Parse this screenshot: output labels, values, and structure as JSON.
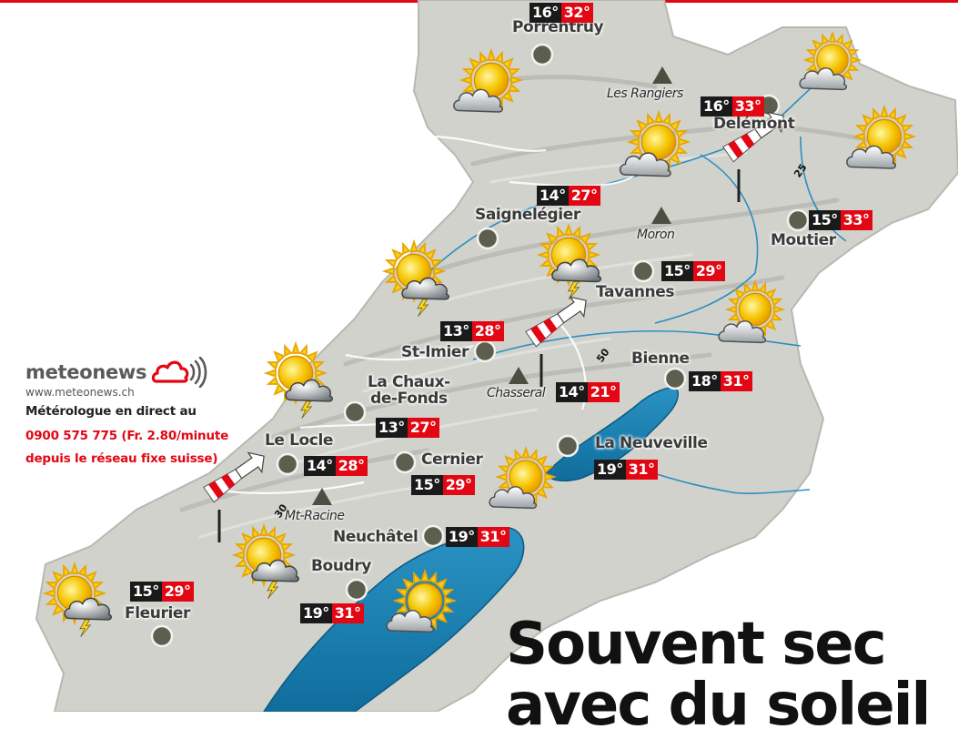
{
  "brand": {
    "name": "meteonews",
    "url": "www.meteonews.ch",
    "line1": "Métérologue en direct au",
    "line2": "0900 575 775 (Fr. 2.80/minute",
    "line3": "depuis le réseau fixe suisse)",
    "accent_color": "#e30613"
  },
  "headline": {
    "line1": "Souvent sec",
    "line2": "avec du soleil"
  },
  "colors": {
    "land": "#d4d4cf",
    "lake": "#1a7fb0",
    "min_bg": "#1a1a1a",
    "max_bg": "#e30613"
  },
  "cities": {
    "porrentruy": {
      "name": "Porrentruy",
      "min": "16°",
      "max": "32°"
    },
    "delemont": {
      "name": "Delémont",
      "min": "16°",
      "max": "33°"
    },
    "saignelegier": {
      "name": "Saignelégier",
      "min": "14°",
      "max": "27°"
    },
    "moutier": {
      "name": "Moutier",
      "min": "15°",
      "max": "33°"
    },
    "tavannes": {
      "name": "Tavannes",
      "min": "15°",
      "max": "29°"
    },
    "st_imier": {
      "name": "St-Imier",
      "min": "13°",
      "max": "28°"
    },
    "chaux_de_fonds": {
      "name1": "La Chaux-",
      "name2": "de-Fonds",
      "min": "13°",
      "max": "27°"
    },
    "bienne": {
      "name": "Bienne",
      "min": "18°",
      "max": "31°"
    },
    "chasseral": {
      "min": "14°",
      "max": "21°"
    },
    "le_locle": {
      "name": "Le Locle",
      "min": "14°",
      "max": "28°"
    },
    "cernier": {
      "name": "Cernier",
      "min": "15°",
      "max": "29°"
    },
    "la_neuveville": {
      "name": "La Neuveville",
      "min": "19°",
      "max": "31°"
    },
    "neuchatel": {
      "name": "Neuchâtel",
      "min": "19°",
      "max": "31°"
    },
    "boudry": {
      "name": "Boudry",
      "min": "19°",
      "max": "31°"
    },
    "fleurier": {
      "name": "Fleurier",
      "min": "15°",
      "max": "29°"
    }
  },
  "peaks": {
    "les_rangiers": "Les Rangiers",
    "moron": "Moron",
    "chasseral": "Chasseral",
    "mt_racine": "Mt-Racine"
  },
  "wind": [
    {
      "id": "delemont",
      "speed": "25",
      "unit": "km/h"
    },
    {
      "id": "chasseral",
      "speed": "50",
      "unit": "km/h"
    },
    {
      "id": "le_locle",
      "speed": "30",
      "unit": "km/h"
    }
  ],
  "weather_icons": [
    {
      "id": "porrentruy-weather",
      "icon": "sun-cloud-icon"
    },
    {
      "id": "delemont-east-weather",
      "icon": "sun-cloud-icon"
    },
    {
      "id": "rangiers-weather",
      "icon": "sun-cloud-icon"
    },
    {
      "id": "tavannes-weather",
      "icon": "sun-thunderstorm-icon"
    },
    {
      "id": "saignelegier-weather",
      "icon": "sun-thunderstorm-icon"
    },
    {
      "id": "bienne-weather",
      "icon": "sun-cloud-icon"
    },
    {
      "id": "chaux-de-fonds-weather",
      "icon": "sun-thunderstorm-icon"
    },
    {
      "id": "neuveville-weather",
      "icon": "sun-cloud-icon"
    },
    {
      "id": "mt-racine-weather",
      "icon": "sun-thunderstorm-icon"
    },
    {
      "id": "fleurier-weather",
      "icon": "sun-thunderstorm-icon"
    },
    {
      "id": "lake-weather",
      "icon": "sun-cloud-icon"
    }
  ]
}
